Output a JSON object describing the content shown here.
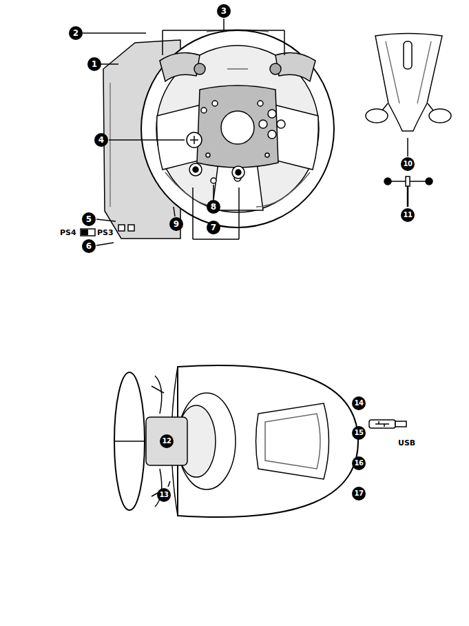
{
  "diagram": {
    "labels": [
      "1",
      "2",
      "3",
      "4",
      "5",
      "PS4",
      "PS3",
      "6",
      "7",
      "8",
      "9",
      "10",
      "11",
      "12",
      "13",
      "14",
      "15",
      "16",
      "17",
      "USB"
    ]
  }
}
